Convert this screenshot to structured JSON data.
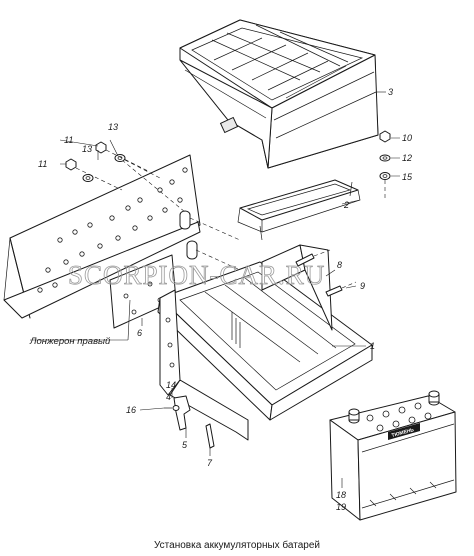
{
  "callouts": {
    "c1": "1",
    "c2": "2",
    "c3": "3",
    "c4": "4",
    "c5": "5",
    "c6": "6",
    "c7": "7",
    "c8": "8",
    "c9": "9",
    "c10": "10",
    "c11a": "11",
    "c11b": "11",
    "c12": "12",
    "c13a": "13",
    "c13b": "13",
    "c14": "14",
    "c15": "15",
    "c16": "16",
    "c18": "18",
    "c19": "19"
  },
  "frame_label": "Лонжерон правый",
  "watermark": "SCORPION-CAR.RU",
  "caption": "Установка аккумуляторных батарей",
  "battery_plate": "ТЮМЕНЬ"
}
